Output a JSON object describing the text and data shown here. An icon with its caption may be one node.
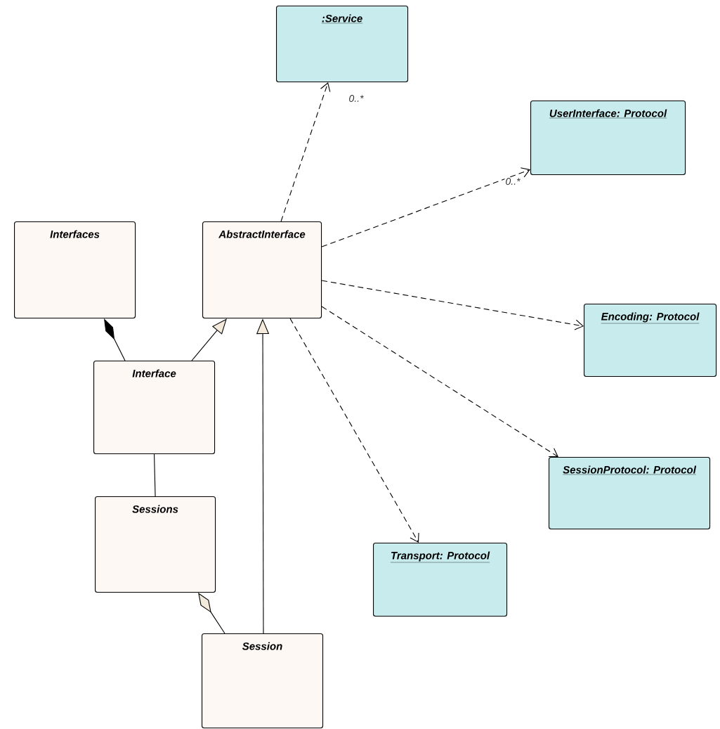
{
  "diagram": {
    "nodes": [
      {
        "text": [
          ":Service"
        ]
      },
      {
        "text": [
          "UserInterface: Protocol"
        ]
      },
      {
        "text": [
          "Interfaces"
        ]
      },
      {
        "text": [
          "AbstractInterface"
        ]
      },
      {
        "text": [
          "Encoding: Protocol"
        ]
      },
      {
        "text": [
          "Interface"
        ]
      },
      {
        "text": [
          "SessionProtocol: Protocol"
        ]
      },
      {
        "text": [
          "Sessions"
        ]
      },
      {
        "text": [
          "Transport: Protocol"
        ]
      },
      {
        "text": [
          "Session"
        ]
      }
    ],
    "edges": [
      {
        "from": 3,
        "to": 0,
        "arrow": "to",
        "style": "dashed",
        "label": "0..*"
      },
      {
        "from": 3,
        "to": 1,
        "arrow": "to",
        "style": "dashed",
        "label": "0..*"
      },
      {
        "from": 3,
        "to": 4,
        "arrow": "to",
        "style": "dashed"
      },
      {
        "from": 3,
        "to": 6,
        "arrow": "to",
        "style": "dashed"
      },
      {
        "from": 3,
        "to": 8,
        "arrow": "to",
        "style": "dashed"
      },
      {
        "from": 5,
        "to": 3,
        "arrow": "to"
      },
      {
        "from": 9,
        "to": 3,
        "arrow": "to"
      },
      {
        "from": 5,
        "to": 2,
        "arrow": "other"
      },
      {
        "from": 5,
        "to": 7,
        "arrow": "none"
      },
      {
        "from": 9,
        "to": 7,
        "arrow": "other"
      }
    ]
  }
}
